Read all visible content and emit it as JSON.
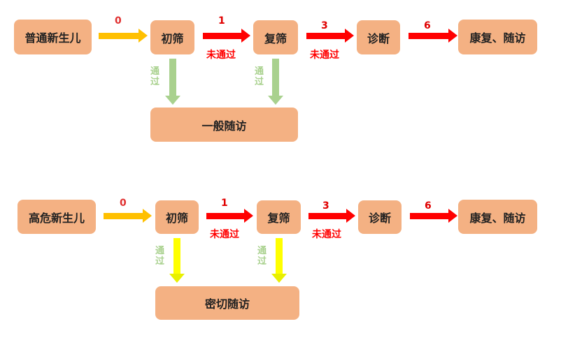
{
  "colors": {
    "box": "#F4B183",
    "arrow_start": "#FFC000",
    "arrow_fail": "#FF0000",
    "arrow_pass_normal": "#A9D18E",
    "arrow_pass_high": "#FFFF00"
  },
  "normal": {
    "start": "普通新生儿",
    "screen1": "初筛",
    "screen2": "复筛",
    "diagnosis": "诊断",
    "rehab": "康复、随访",
    "followup": "一般随访",
    "label0": "0",
    "label1": "1",
    "label3": "3",
    "label6": "6",
    "fail1": "未通过",
    "fail2": "未通过",
    "pass1": "通过",
    "pass2": "通过"
  },
  "high": {
    "start": "高危新生儿",
    "screen1": "初筛",
    "screen2": "复筛",
    "diagnosis": "诊断",
    "rehab": "康复、随访",
    "followup": "密切随访",
    "label0": "0",
    "label1": "1",
    "label3": "3",
    "label6": "6",
    "fail1": "未通过",
    "fail2": "未通过",
    "pass1": "通过",
    "pass2": "通过"
  }
}
